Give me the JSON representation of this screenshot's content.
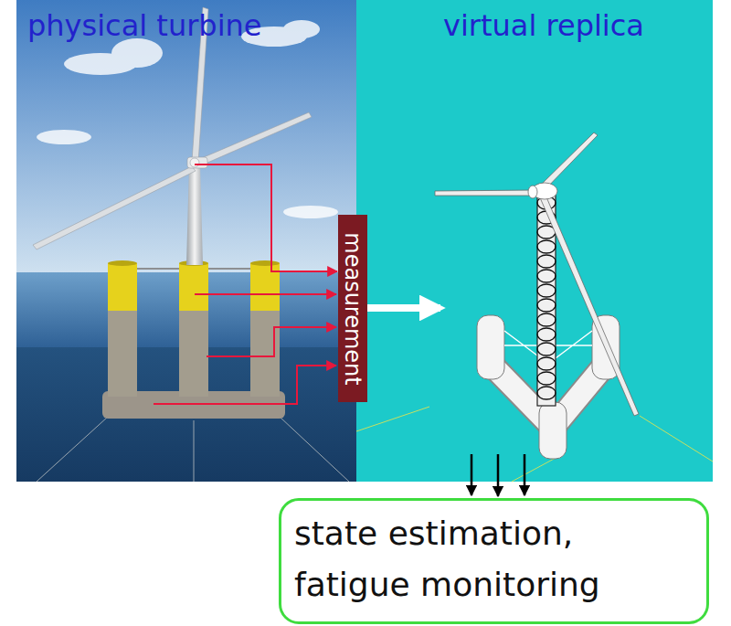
{
  "diagram": {
    "nodes": [
      {
        "text": [
          "physical turbine"
        ]
      },
      {
        "text": [
          "virtual replica"
        ]
      },
      {
        "text": [
          "measurement"
        ]
      },
      {
        "text": [
          "state estimation, fatigue monitoring"
        ]
      }
    ],
    "edges": [
      {
        "from": 0,
        "to": 2,
        "arrow": "to"
      },
      {
        "from": 2,
        "to": 1,
        "arrow": "to"
      },
      {
        "from": 1,
        "to": 3,
        "arrow": "to"
      }
    ]
  }
}
